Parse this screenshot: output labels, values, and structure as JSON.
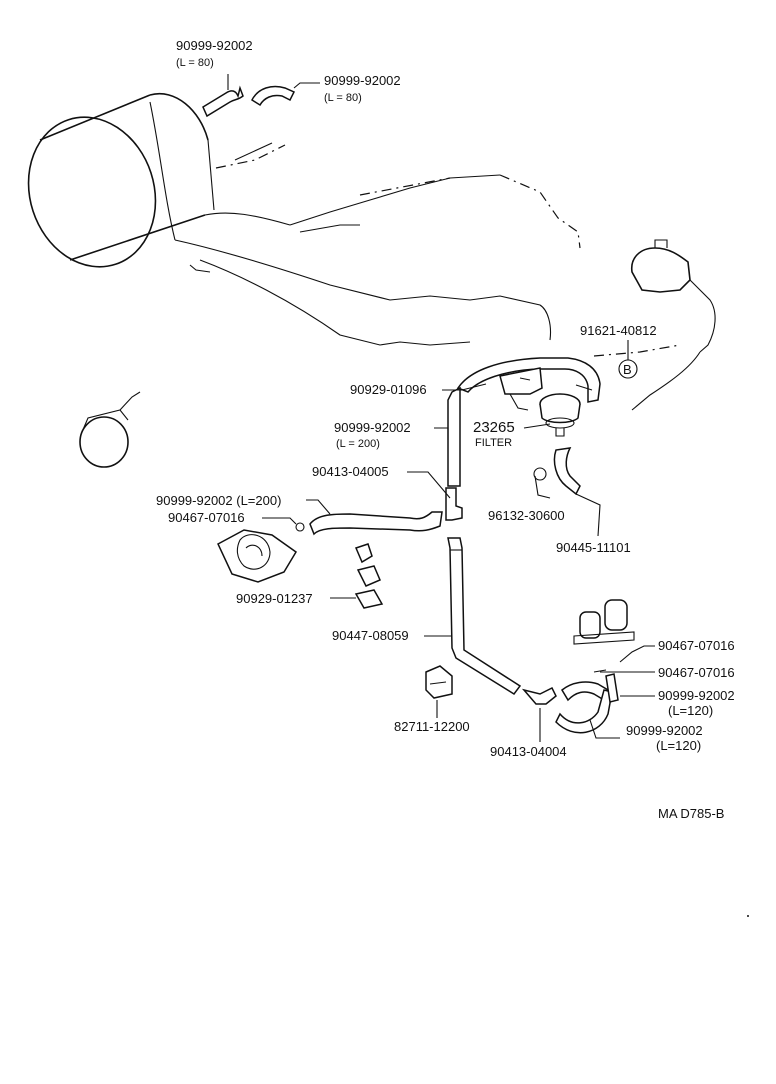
{
  "labels": {
    "hose_top_left": "90999-92002",
    "hose_top_left_len": "(L = 80)",
    "hose_top_right": "90999-92002",
    "hose_top_right_len": "(L = 80)",
    "marker_part": "91621-40812",
    "marker_letter": "B",
    "hose_upper": "90929-01096",
    "hose_vertical": "90999-92002",
    "hose_vertical_len": "(L = 200)",
    "filter_part": "23265",
    "filter_word": "FILTER",
    "joint_upper": "90413-04005",
    "clip_right": "96132-30600",
    "hose_side": "90999-92002 (L=200)",
    "clamp_left": "90467-07016",
    "hose_right": "90445-11101",
    "clamp_bracket": "90929-01237",
    "hose_long": "90447-08059",
    "clamp_r1": "90467-07016",
    "clamp_r2": "90467-07016",
    "hose_r1": "90999-92002",
    "hose_r1_len": "(L=120)",
    "grommet": "82711-12200",
    "hose_r2": "90999-92002",
    "hose_r2_len": "(L=120)",
    "joint_lower": "90413-04004",
    "drawing_code": "MA D785-B"
  }
}
